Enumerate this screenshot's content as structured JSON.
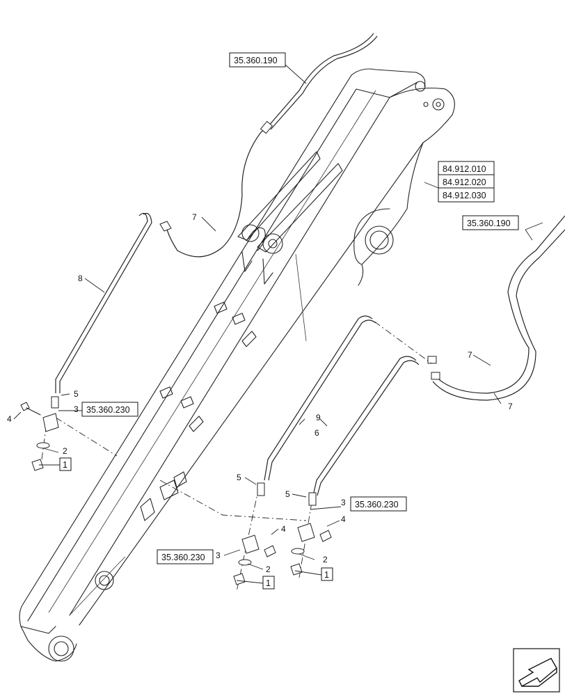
{
  "refs": {
    "top_hose_ref": "35.360.190",
    "right_hose_ref": "35.360.190",
    "boom_refs": [
      "84.912.010",
      "84.912.020",
      "84.912.030"
    ],
    "left_block_ref": "35.360.230",
    "mid_block_ref": "35.360.230",
    "right_block_ref": "35.360.230",
    "kit_label": "1"
  },
  "callouts": {
    "p1": "1",
    "p2": "2",
    "p3": "3",
    "p4": "4",
    "p5": "5",
    "p6": "6",
    "p7": "7",
    "p8": "8",
    "p9": "9"
  },
  "icons": {
    "nav": "arrow-back-icon"
  }
}
